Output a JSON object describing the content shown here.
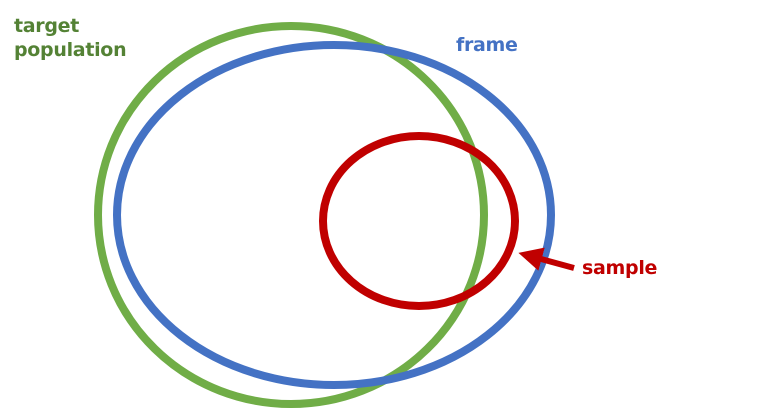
{
  "labels": {
    "target_population": "target population",
    "target_line1": "target",
    "target_line2": "population",
    "frame": "frame",
    "sample": "sample"
  },
  "colors": {
    "target_population": "#70AD47",
    "target_text": "#548235",
    "frame": "#4472C4",
    "sample": "#C00000"
  }
}
